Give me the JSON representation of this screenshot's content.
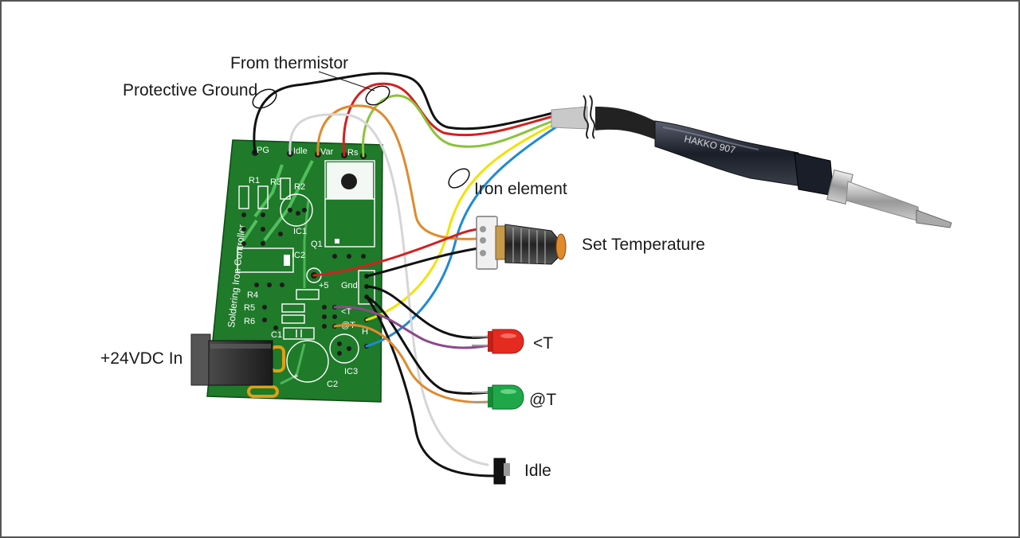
{
  "labels": {
    "from_thermistor": "From thermistor",
    "protective_ground": "Protective Ground",
    "iron_element": "Iron element",
    "set_temperature": "Set Temperature",
    "power_in": "+24VDC In",
    "led_lt": "<T",
    "led_at": "@T",
    "idle": "Idle"
  },
  "pcb": {
    "board_title": "Soldering Iron Controller",
    "terminals": [
      "PG",
      "Idle",
      "Var",
      "Rs"
    ],
    "components": {
      "r1": "R1",
      "r3": "R3",
      "r2": "R2",
      "ic1": "IC1",
      "q1": "Q1",
      "ic2": "IC2",
      "plus5": "+5",
      "gnd": "Gnd",
      "r4": "R4",
      "r5": "R5",
      "r6": "R6",
      "c1": "C1",
      "c2": "C2",
      "ic3": "IC3",
      "lt": "<T",
      "at": "@T",
      "h": "H",
      "plus": "+"
    }
  },
  "iron_brand": "HAKKO 907",
  "colors": {
    "pcb_green": "#1f7a2a",
    "wire_black": "#111111",
    "wire_white": "#d6d6d6",
    "wire_orange": "#e08a2c",
    "wire_red": "#d42020",
    "wire_green": "#8ac43a",
    "wire_yellow": "#f2e200",
    "wire_blue": "#1e8ad6",
    "wire_purple": "#8a4a8a",
    "led_red": "#e52a20",
    "led_green": "#1fa84a"
  }
}
